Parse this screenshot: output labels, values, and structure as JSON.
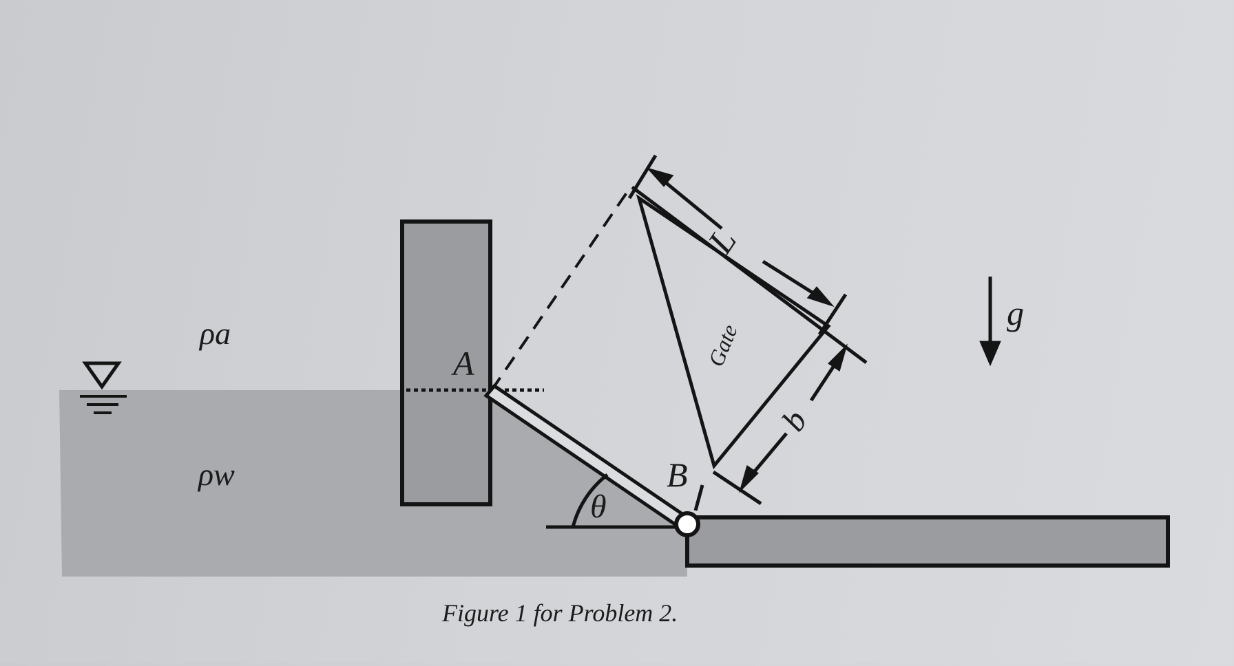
{
  "figure": {
    "caption": "Figure 1 for Problem 2.",
    "labels": {
      "rho_air": "ρa",
      "rho_water": "ρw",
      "hinge_top": "A",
      "hinge_bottom": "B",
      "angle": "θ",
      "gate": "Gate",
      "length": "L",
      "width": "b",
      "gravity": "g"
    },
    "colors": {
      "background": "#d2d4d8",
      "water": "#a9abaf",
      "block": "#9a9c9f",
      "stroke": "#141414"
    }
  }
}
